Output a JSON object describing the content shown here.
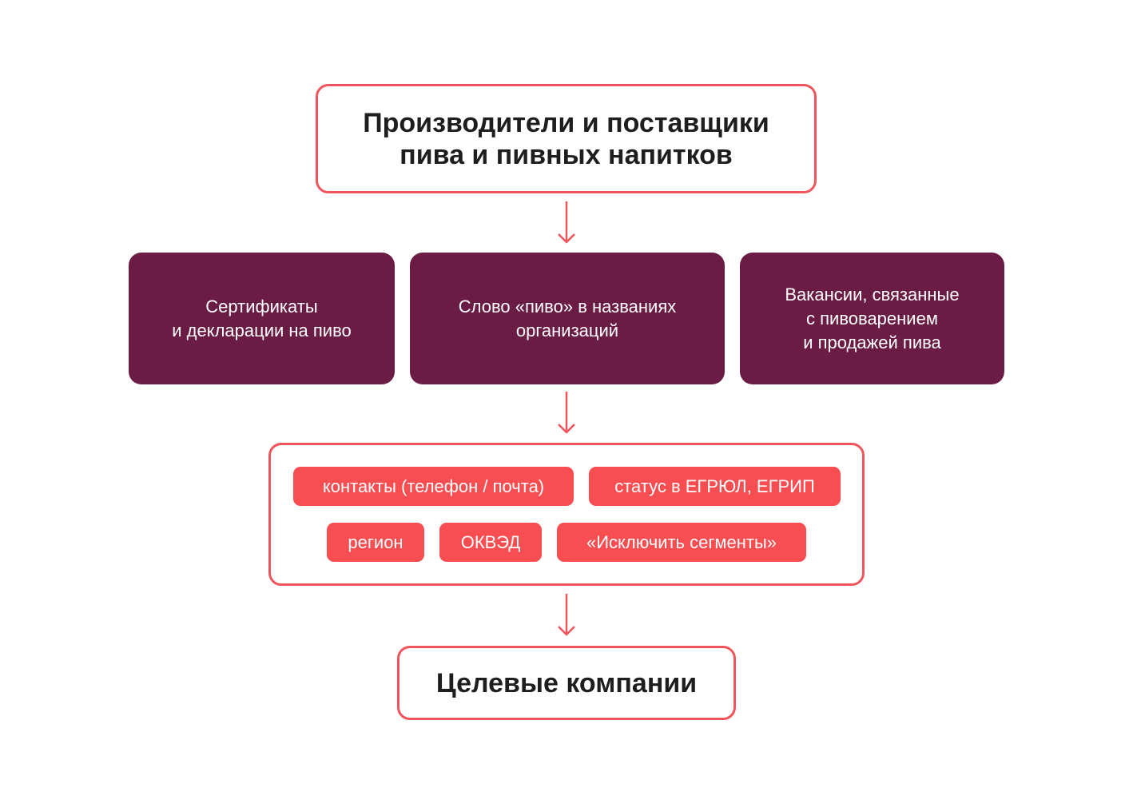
{
  "diagram": {
    "top_box": {
      "label": "Производители и поставщики\nпива и пивных напитков"
    },
    "sources": [
      {
        "label": "Сертификаты\nи декларации на пиво"
      },
      {
        "label": "Слово «пиво» в названиях\nорганизаций"
      },
      {
        "label": "Вакансии, связанные\nс пивоварением\nи продажей пива"
      }
    ],
    "filters": [
      {
        "label": "контакты (телефон / почта)"
      },
      {
        "label": "статус в ЕГРЮЛ, ЕГРИП"
      },
      {
        "label": "регион"
      },
      {
        "label": "ОКВЭД"
      },
      {
        "label": "«Исключить сегменты»"
      }
    ],
    "result_box": {
      "label": "Целевые компании"
    },
    "colors": {
      "accent_red": "#f84d51",
      "outline_red": "#f0545c",
      "dark_plum": "#6b1c44",
      "title_text": "#1e1e1e"
    }
  }
}
